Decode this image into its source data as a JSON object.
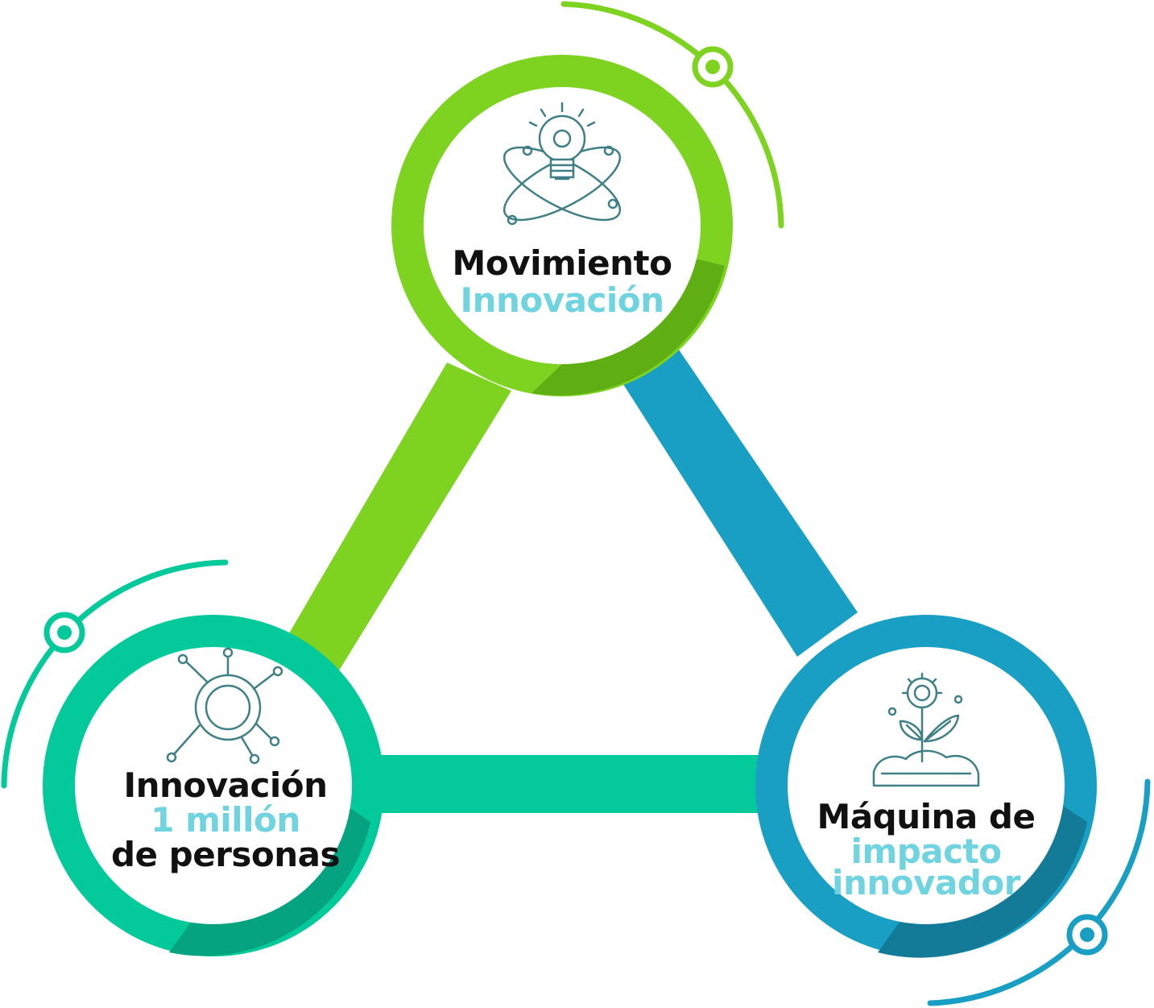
{
  "colors": {
    "green": "#7ed321",
    "green_dark": "#5fae14",
    "blue": "#189fc3",
    "blue_dark": "#137a98",
    "teal": "#04c99b",
    "teal_dark": "#05a37f",
    "text_dark": "#111111",
    "text_accent": "#6fd3e0",
    "icon_stroke": "#3f7f86"
  },
  "nodes": {
    "top": {
      "icon": "lightbulb-atom-icon",
      "line1": "Movimiento",
      "line2": "Innovación"
    },
    "left": {
      "icon": "network-hub-icon",
      "line1": "Innovación",
      "line2": "1 millón",
      "line3": "de personas"
    },
    "right": {
      "icon": "gear-plant-icon",
      "line1": "Máquina de",
      "line2": "impacto",
      "line3": "innovador"
    }
  }
}
